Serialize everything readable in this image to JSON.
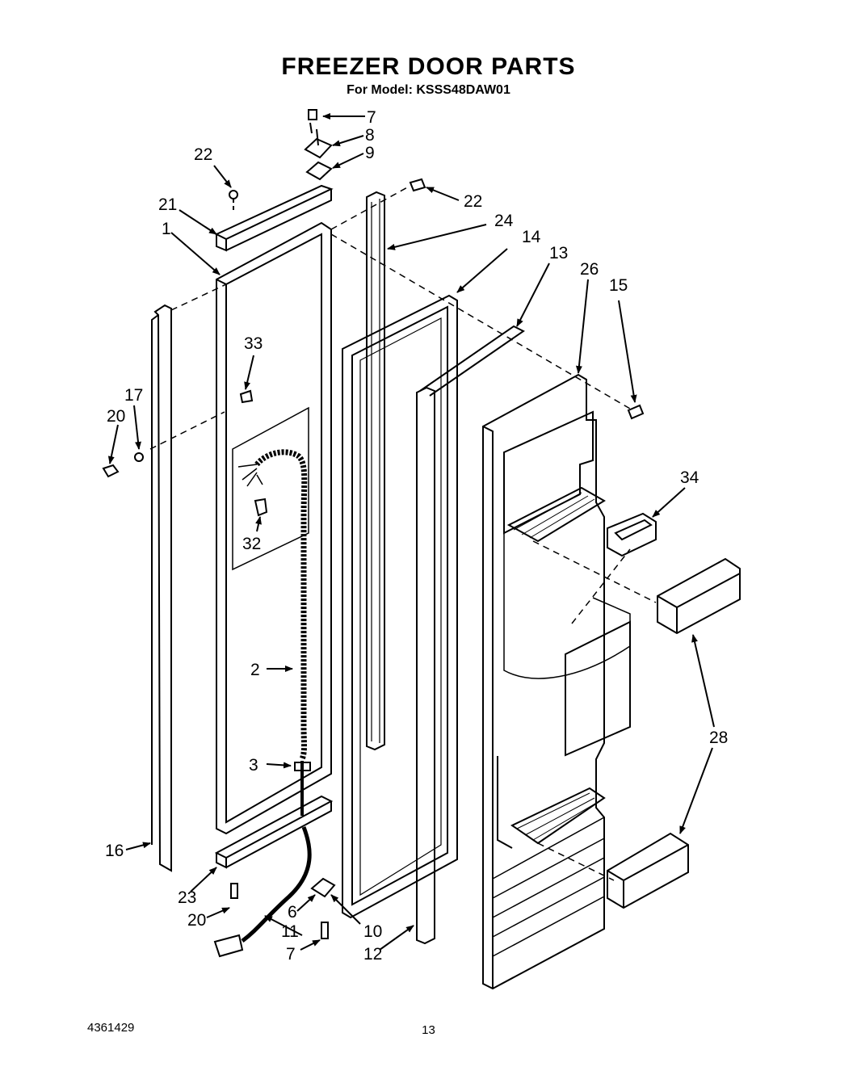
{
  "header": {
    "title": "FREEZER DOOR PARTS",
    "subtitle": "For Model: KSSS48DAW01"
  },
  "footer": {
    "doc_number": "4361429",
    "page_number": "13"
  },
  "callouts": {
    "c7_top": "7",
    "c8": "8",
    "c9": "9",
    "c22_left": "22",
    "c22_right": "22",
    "c21": "21",
    "c1": "1",
    "c24": "24",
    "c14": "14",
    "c13": "13",
    "c26": "26",
    "c15": "15",
    "c33": "33",
    "c17": "17",
    "c20_left": "20",
    "c32": "32",
    "c34": "34",
    "c2": "2",
    "c3": "3",
    "c28": "28",
    "c16": "16",
    "c23": "23",
    "c20_bottom": "20",
    "c6": "6",
    "c11": "11",
    "c10": "10",
    "c7_bottom": "7",
    "c12": "12"
  }
}
